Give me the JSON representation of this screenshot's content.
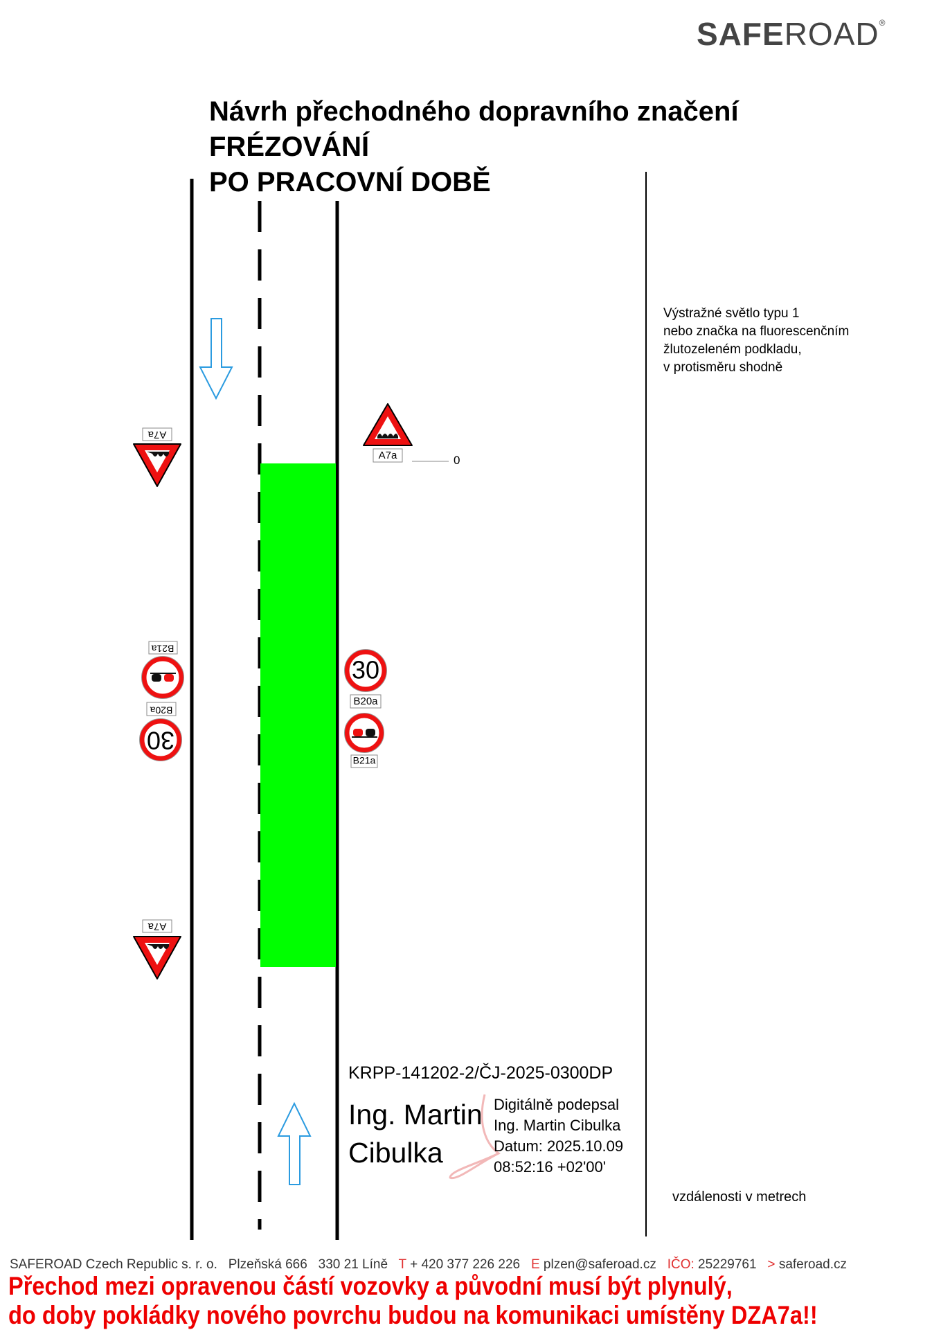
{
  "logo": {
    "bold": "SAFE",
    "regular": "ROAD",
    "mark": "®"
  },
  "title": {
    "line1": "Návrh přechodného dopravního značení",
    "line2": "FRÉZOVÁNÍ",
    "line3": "PO PRACOVNÍ DOBĚ"
  },
  "note": [
    "Výstražné světlo typu 1",
    "nebo značka na fluorescenčním",
    "žlutozeleném podkladu,",
    "v protisměru shodně"
  ],
  "signs": {
    "a7a_left_top": "A7a",
    "a7a_right": "A7a",
    "a7a_left_bottom": "A7a",
    "b21a_left": "B21a",
    "b20a_left": "B20a",
    "b20a_right": "B20a",
    "b21a_right": "B21a",
    "speed": "30"
  },
  "distance_marker": "0",
  "reference": "KRPP-141202-2/ČJ-2025-0300DP",
  "signature": {
    "name_line1": "Ing. Martin",
    "name_line2": "Cibulka",
    "detail": [
      "Digitálně podepsal",
      "Ing. Martin Cibulka",
      "Datum: 2025.10.09",
      "08:52:16 +02'00'"
    ]
  },
  "distance_note": "vzdálenosti v metrech",
  "footer": {
    "company": "SAFEROAD Czech Republic s. r. o.",
    "address": "Plzeňská 666   330 21 Líně",
    "phone_label": "T",
    "phone": "+ 420 377 226 226",
    "email_label": "E",
    "email": "plzen@saferoad.cz",
    "ico_label": "IČO:",
    "ico": "25229761",
    "web_label": ">",
    "web": "saferoad.cz"
  },
  "warning": {
    "line1": "Přechod mezi opravenou částí vozovky a původní musí být plynulý,",
    "line2": "do doby pokládky nového povrchu budou na komunikaci umístěny DZA7a!!"
  },
  "colors": {
    "work_zone": "#00ff00",
    "arrow": "#2b9be0",
    "sign_red": "#ee1111",
    "warning": "#ee0000"
  }
}
